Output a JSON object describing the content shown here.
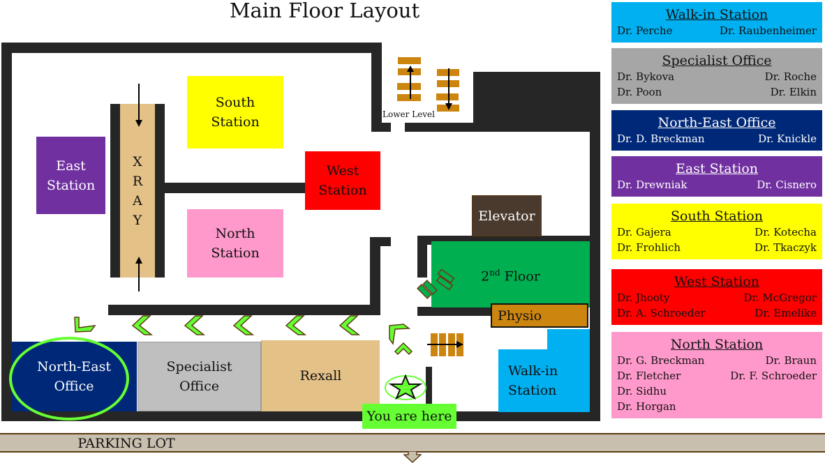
{
  "title": "Main Floor Layout",
  "colors": {
    "walk_in": "#00b0f0",
    "specialist": "#a6a6a6",
    "north_east": "#002878",
    "east": "#7030a0",
    "south": "#ffff00",
    "west": "#ff0000",
    "north": "#ff99cc",
    "second_floor": "#00b050",
    "physio": "#cc850f",
    "elevator": "#4a3a2e",
    "rexall": "#e3c187",
    "you_are_here": "#66ff33",
    "parking": "#c8bfae",
    "wall": "#262626"
  },
  "map": {
    "rooms": {
      "east_station": "East Station",
      "xray": [
        "X",
        "R",
        "A",
        "Y"
      ],
      "south_station": "South Station",
      "west_station": "West Station",
      "north_station": "North Station",
      "elevator": "Elevator",
      "second_floor": "2nd Floor",
      "second_floor_num": "2",
      "second_floor_sup": "nd",
      "second_floor_word": "Floor",
      "physio": "Physio",
      "walk_in_station": "Walk-in Station",
      "north_east_office": "North-East Office",
      "specialist_office": "Specialist Office",
      "rexall": "Rexall"
    },
    "lower_level_label": "Lower Level",
    "you_are_here_label": "You are here",
    "parking_lot_label": "PARKING LOT"
  },
  "legend": [
    {
      "title": "Walk-in Station",
      "doctors": [
        "Dr. Perche",
        "Dr. Raubenheimer"
      ]
    },
    {
      "title": "Specialist Office",
      "doctors": [
        "Dr. Bykova",
        "Dr. Roche",
        "Dr. Poon",
        "Dr. Elkin"
      ]
    },
    {
      "title": "North-East Office",
      "doctors": [
        "Dr. D. Breckman",
        "Dr. Knickle"
      ]
    },
    {
      "title": "East Station",
      "doctors": [
        "Dr. Drewniak",
        "Dr. Cisnero"
      ]
    },
    {
      "title": "South Station",
      "doctors": [
        "Dr. Gajera",
        "Dr. Kotecha",
        "Dr. Frohlich",
        "Dr. Tkaczyk"
      ]
    },
    {
      "title": "West Station",
      "doctors": [
        "Dr. Jhooty",
        "Dr. McGregor",
        "Dr. A. Schroeder",
        "Dr. Emelike"
      ]
    },
    {
      "title": "North Station",
      "doctors": [
        "Dr. G. Breckman",
        "Dr. Braun",
        "Dr. Fletcher",
        "Dr. F. Schroeder",
        "Dr. Sidhu",
        "",
        "Dr. Horgan",
        ""
      ]
    }
  ]
}
